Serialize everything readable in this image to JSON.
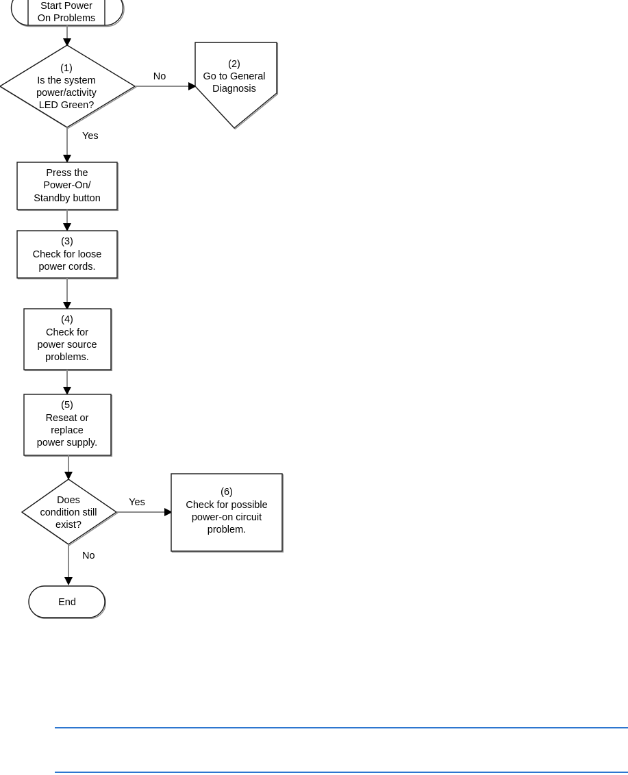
{
  "document": {
    "type": "flowchart",
    "title": "Power On Problems Troubleshooting Flowchart",
    "background_color": "#ffffff",
    "line_color": "#8a8a8a",
    "shape_stroke_color": "#1a1a1a",
    "text_color": "#000000",
    "rule_color": "#0f62c8"
  },
  "nodes": {
    "start": {
      "shape": "terminator-with-bars",
      "line1": "Start Power",
      "line2": "On Problems"
    },
    "decision1": {
      "shape": "diamond",
      "step": "(1)",
      "line1": "Is the system",
      "line2": "power/activity",
      "line3": "LED Green?"
    },
    "node2": {
      "shape": "pentagon-down",
      "step": "(2)",
      "line1": "Go to General",
      "line2": "Diagnosis"
    },
    "press": {
      "shape": "rectangle",
      "line1": "Press the",
      "line2": "Power-On/",
      "line3": "Standby button"
    },
    "node3": {
      "shape": "rectangle",
      "step": "(3)",
      "line1": "Check for loose",
      "line2": "power cords."
    },
    "node4": {
      "shape": "rectangle",
      "step": "(4)",
      "line1": "Check for",
      "line2": "power source",
      "line3": "problems."
    },
    "node5": {
      "shape": "rectangle",
      "step": "(5)",
      "line1": "Reseat or",
      "line2": "replace",
      "line3": "power supply."
    },
    "decision2": {
      "shape": "diamond",
      "line1": "Does",
      "line2": "condition still",
      "line3": "exist?"
    },
    "node6": {
      "shape": "rectangle",
      "step": "(6)",
      "line1": "Check for possible",
      "line2": "power-on circuit",
      "line3": "problem."
    },
    "end": {
      "shape": "stadium",
      "label": "End"
    }
  },
  "edges": {
    "start_to_decision1": {
      "label": ""
    },
    "decision1_no": {
      "label": "No"
    },
    "decision1_yes": {
      "label": "Yes"
    },
    "press_to_3": {
      "label": ""
    },
    "three_to_4": {
      "label": ""
    },
    "four_to_5": {
      "label": ""
    },
    "five_to_decision2": {
      "label": ""
    },
    "decision2_yes": {
      "label": "Yes"
    },
    "decision2_no": {
      "label": "No"
    }
  },
  "rules": {
    "count": 2,
    "color": "#0f62c8"
  }
}
